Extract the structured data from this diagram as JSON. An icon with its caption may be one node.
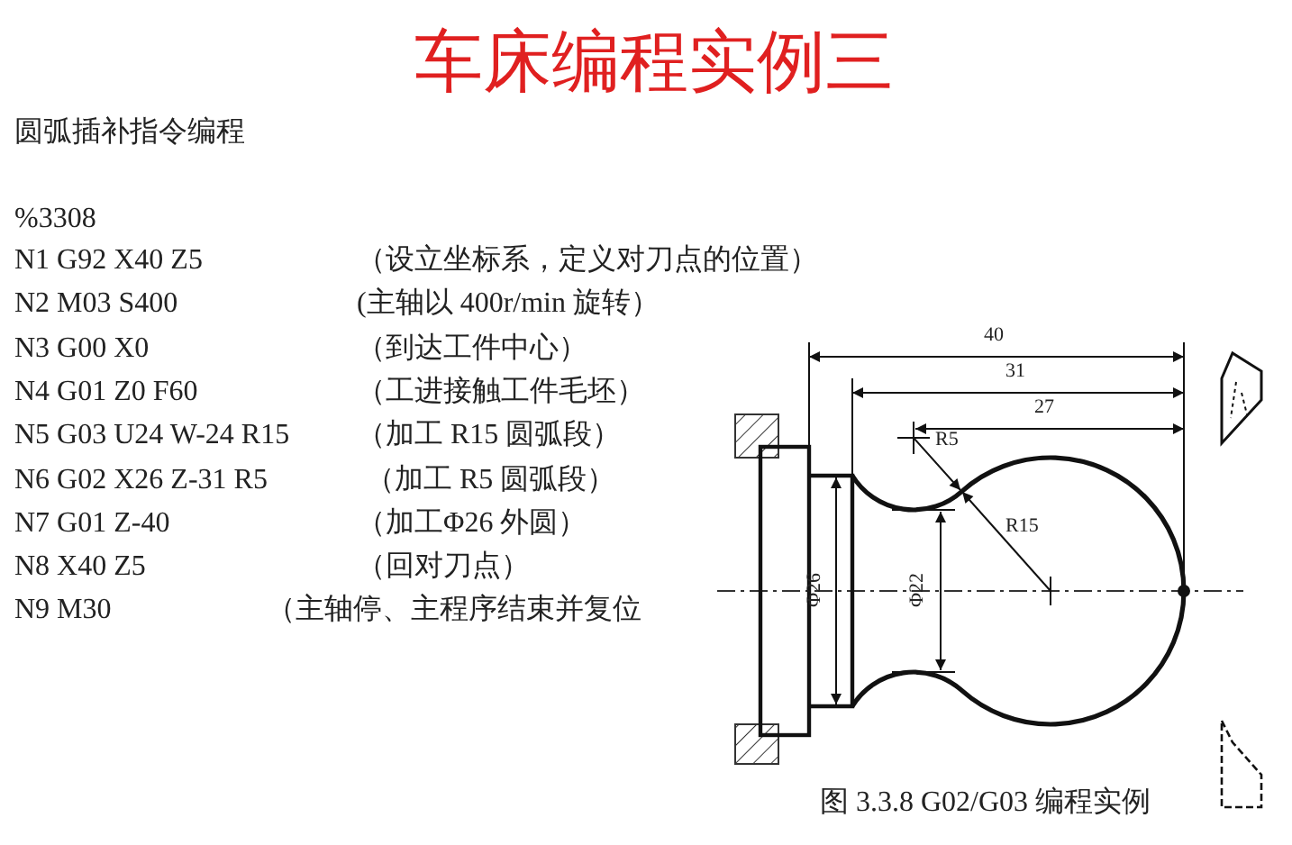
{
  "diagram": {
    "title": "车床编程实例三",
    "caption": "图 3.3.8 G02/G03 编程实例",
    "labels": [
      "圆弧插补指令编程",
      "%3308",
      "N1 G92 X40 Z5",
      "（设立坐标系，定义对刀点的位置）",
      "N2 M03 S400",
      "(主轴以 400r/min 旋转）",
      "N3 G00 X0",
      "（到达工件中心）",
      "N4 G01 Z0 F60",
      "（工进接触工件毛坯）",
      "N5 G03 U24 W-24 R15",
      "（加工 R15 圆弧段）",
      "N6 G02 X26 Z-31 R5",
      "（加工 R5 圆弧段）",
      "N7 G01 Z-40",
      "（加工Φ26 外圆）",
      "N8 X40 Z5",
      "（回对刀点）",
      "N9 M30",
      "（主轴停、主程序结束并复位",
      "40",
      "31",
      "27",
      "R5",
      "R15",
      "Φ26",
      "Φ22"
    ]
  }
}
